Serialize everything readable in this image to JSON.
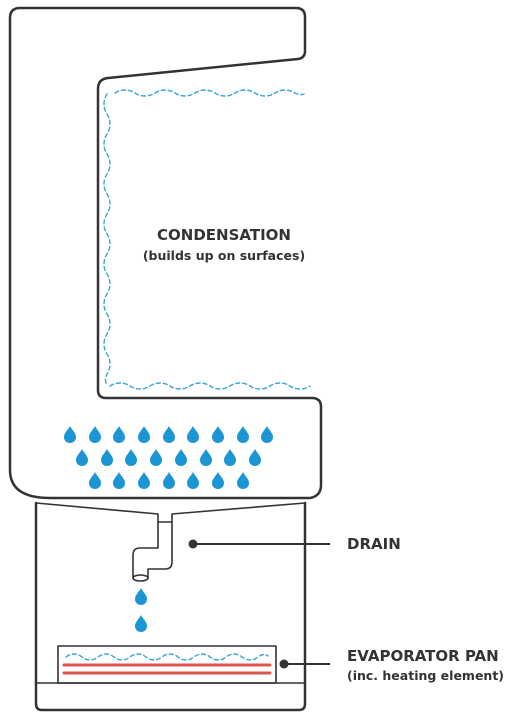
{
  "labels": {
    "condensation": {
      "title": "CONDENSATION",
      "subtitle": "(builds up on surfaces)"
    },
    "drain": {
      "title": "DRAIN"
    },
    "evaporator_pan": {
      "title": "EVAPORATOR PAN",
      "subtitle": "(inc. heating element)"
    }
  },
  "colors": {
    "outline": "#333333",
    "water": "#1b95d3",
    "condensation_line": "#3aa5d8",
    "heating_element": "#e0564f"
  },
  "icons": {
    "droplet": "water-drop-icon"
  }
}
